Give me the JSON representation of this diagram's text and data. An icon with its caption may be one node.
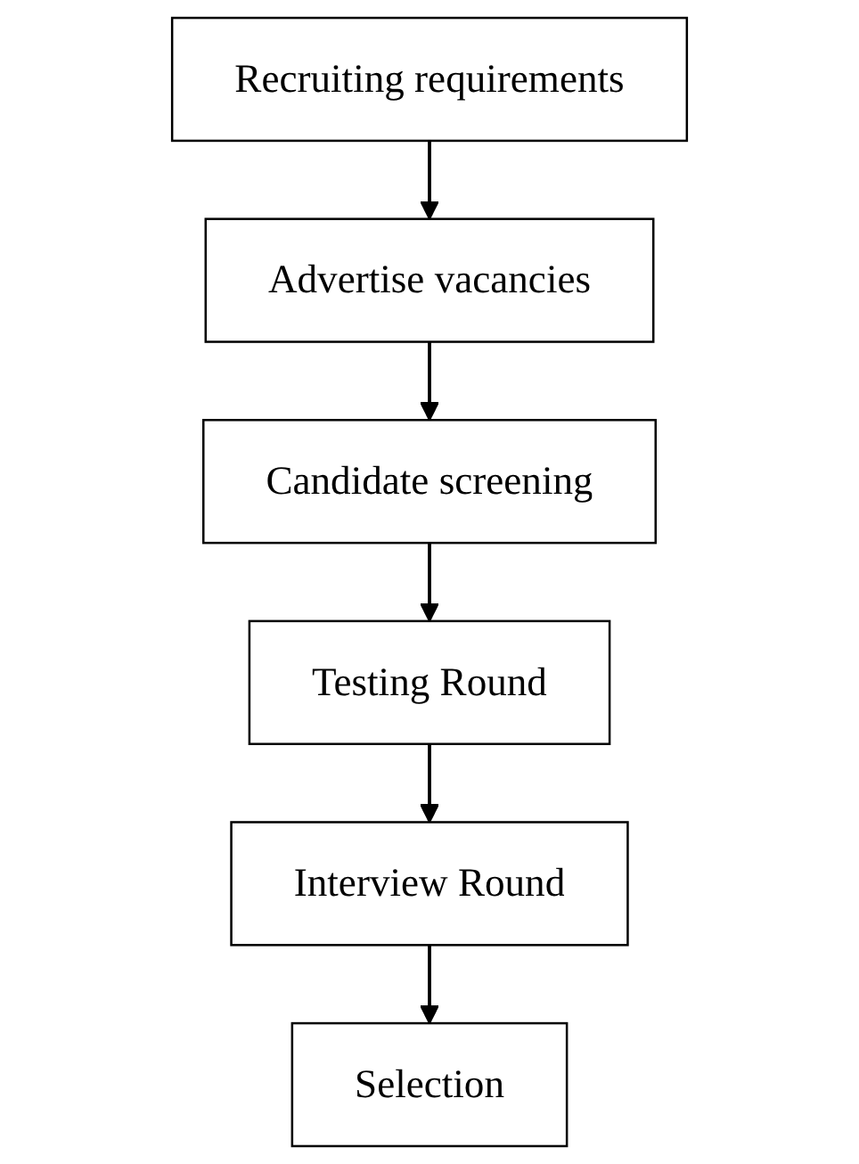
{
  "diagram": {
    "nodes": [
      {
        "text": [
          "Recruiting requirements"
        ]
      },
      {
        "text": [
          "Advertise vacancies"
        ]
      },
      {
        "text": [
          "Candidate screening"
        ]
      },
      {
        "text": [
          "Testing Round"
        ]
      },
      {
        "text": [
          "Interview Round"
        ]
      },
      {
        "text": [
          "Selection"
        ]
      }
    ],
    "edges": [
      {
        "from": 0,
        "to": 1,
        "arrow": "to"
      },
      {
        "from": 1,
        "to": 2,
        "arrow": "to"
      },
      {
        "from": 2,
        "to": 3,
        "arrow": "to"
      },
      {
        "from": 3,
        "to": 4,
        "arrow": "to"
      },
      {
        "from": 4,
        "to": 5,
        "arrow": "to"
      }
    ]
  }
}
